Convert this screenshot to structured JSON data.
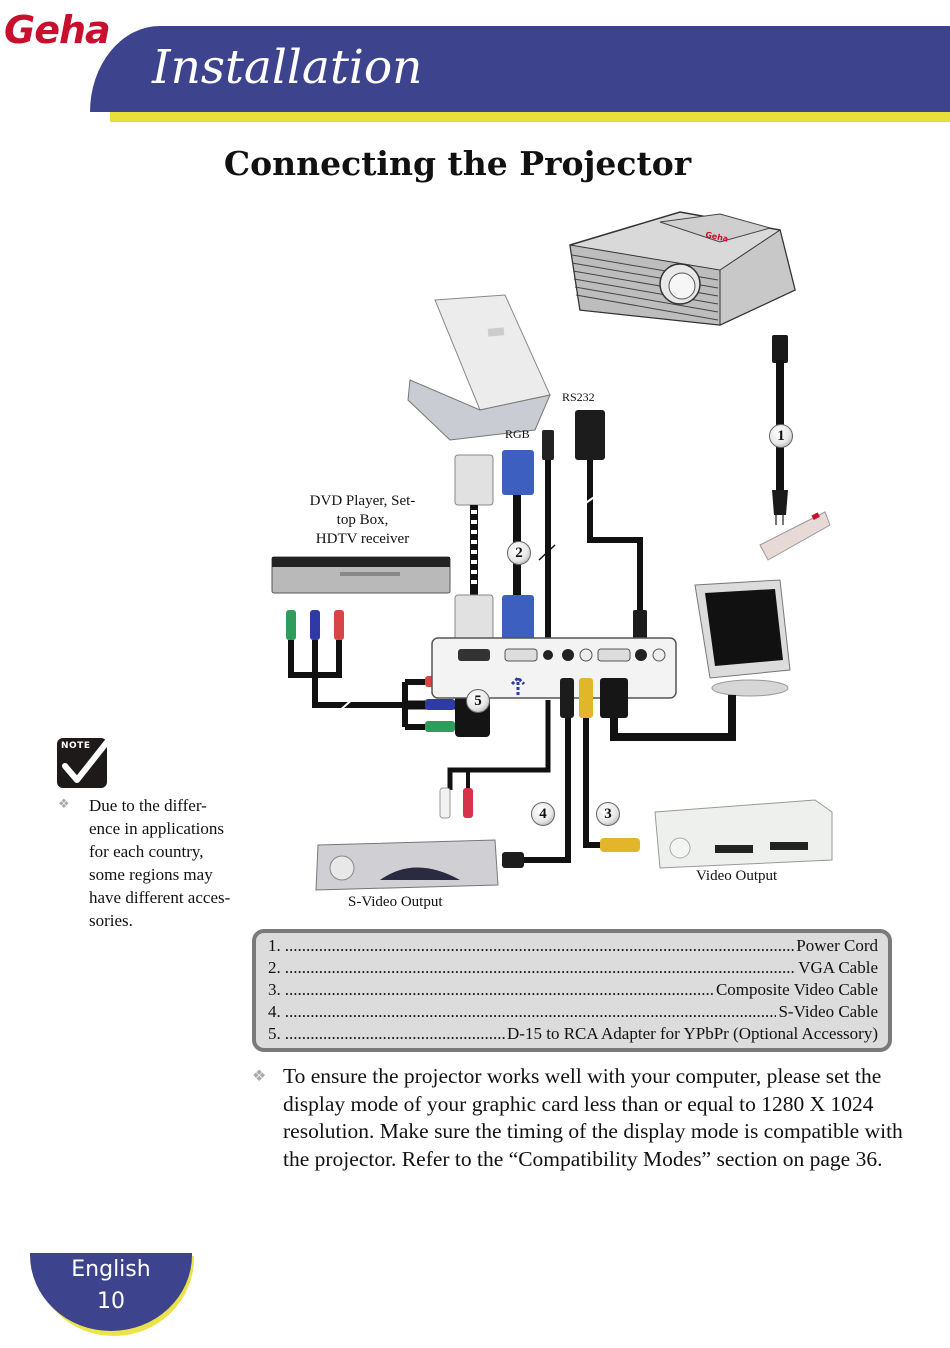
{
  "header": {
    "logo": "Geha",
    "section_title": "Installation",
    "colors": {
      "band": "#3d448d",
      "accent": "#e9df3a",
      "logo": "#c8102e"
    }
  },
  "page_title": "Connecting the Projector",
  "diagram": {
    "labels": {
      "rs232": "RS232",
      "rgb": "RGB",
      "dvd": "DVD Player, Set-\ntop Box,\nHDTV receiver",
      "svideo_output": "S-Video Output",
      "video_output": "Video Output"
    },
    "callouts": [
      "1",
      "2",
      "3",
      "4",
      "5"
    ],
    "devices": [
      "projector",
      "laptop",
      "power-cord",
      "power-strip",
      "dvd-player",
      "monitor",
      "vcr-svideo",
      "vcr-composite"
    ]
  },
  "note": {
    "icon_label": "NOTE",
    "bullet": "Due to the difference in applications for each country, some regions may have different accessories.",
    "lines": [
      "Due to the differ-",
      "ence in applications",
      "for each country,",
      "some regions may",
      "have different acces-",
      "sories."
    ]
  },
  "parts": [
    {
      "num": "1.",
      "name": "Power Cord"
    },
    {
      "num": "2.",
      "name": "VGA Cable"
    },
    {
      "num": "3.",
      "name": "Composite Video Cable"
    },
    {
      "num": "4.",
      "name": "S-Video Cable"
    },
    {
      "num": "5.",
      "name": "D-15 to RCA Adapter for YPbPr (Optional Accessory)"
    }
  ],
  "tip": "To ensure the projector works well with your computer, please set the display mode of your graphic card less than or equal to 1280 X 1024 resolution. Make sure the timing of the display mode is compatible with the projector.  Refer to the “Compatibility Modes” section on page 36.",
  "footer": {
    "language": "English",
    "page": "10"
  }
}
